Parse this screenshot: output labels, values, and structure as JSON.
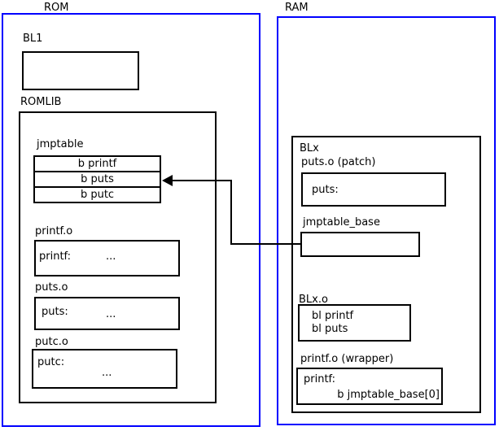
{
  "titles": {
    "rom": "ROM",
    "ram": "RAM"
  },
  "rom": {
    "bl1_label": "BL1",
    "romlib_label": "ROMLIB",
    "jmptable": {
      "label": "jmptable",
      "rows": [
        "b printf",
        "b puts",
        "b putc"
      ]
    },
    "printf_o": {
      "label": "printf.o",
      "symbol": "printf:",
      "dots": "..."
    },
    "puts_o": {
      "label": "puts.o",
      "symbol": "puts:",
      "dots": "..."
    },
    "putc_o": {
      "label": "putc.o",
      "symbol": "putc:",
      "dots": "..."
    }
  },
  "ram": {
    "blx_label": "BLx",
    "puts_patch": {
      "label": "puts.o (patch)",
      "symbol": "puts:"
    },
    "jmptable_base_label": "jmptable_base",
    "blx_o": {
      "label": "BLx.o",
      "lines": [
        "bl printf",
        "bl puts"
      ]
    },
    "printf_wrapper": {
      "label": "printf.o (wrapper)",
      "symbol": "printf:",
      "instruction": "b jmptable_base[0]"
    }
  },
  "colors": {
    "region_border": "#0000ff",
    "box_border": "#000000",
    "background": "#ffffff"
  }
}
